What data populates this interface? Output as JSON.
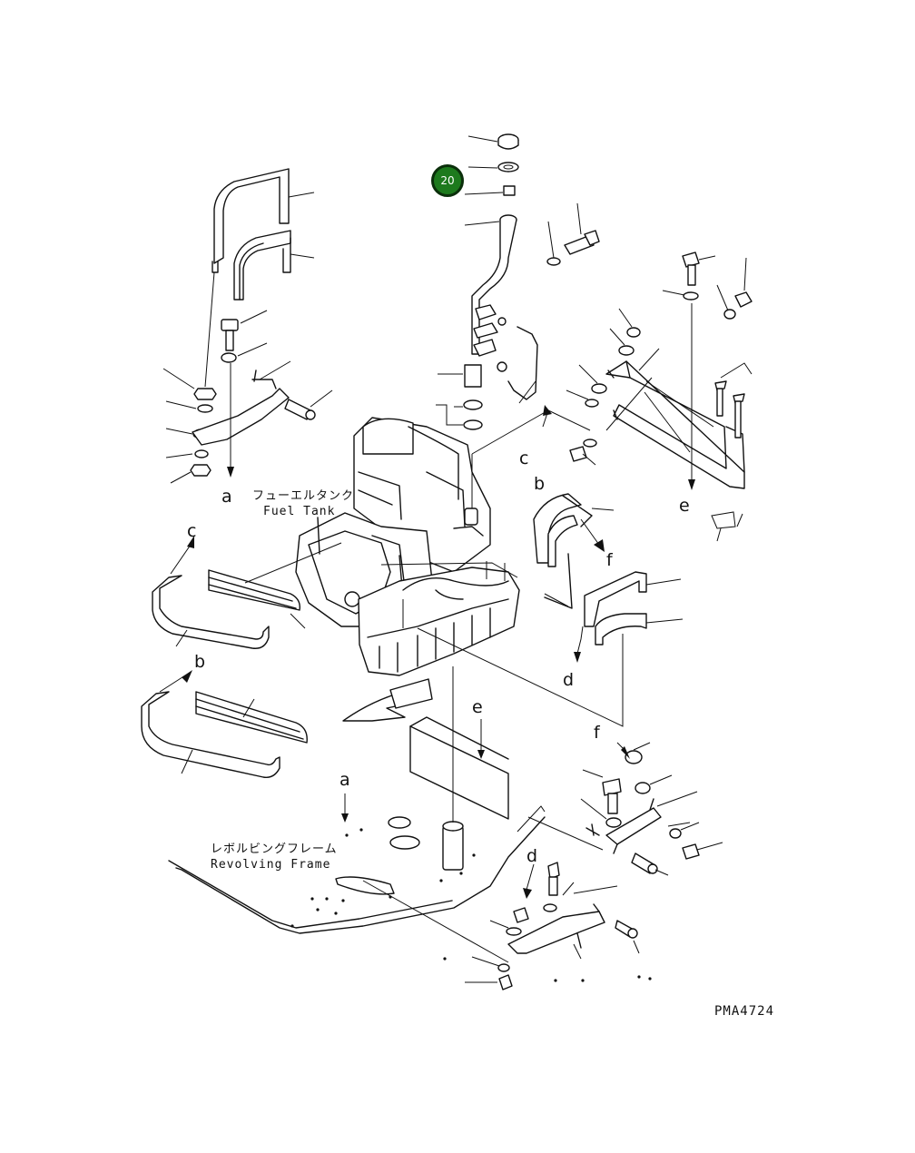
{
  "callouts": [
    {
      "number": "20"
    }
  ],
  "labels": {
    "fuel_tank_jp": "フューエルタンク",
    "fuel_tank_en": "Fuel Tank",
    "revolving_frame_jp": "レボルビングフレーム",
    "revolving_frame_en": "Revolving Frame"
  },
  "reference_letters": {
    "a": "a",
    "b": "b",
    "c": "c",
    "d": "d",
    "e": "e",
    "f": "f"
  },
  "drawing_code": "PMA4724",
  "colors": {
    "callout_fill": "#1d7a1d",
    "callout_ring": "#0b2f0b",
    "linework": "#111111",
    "background": "#ffffff"
  }
}
